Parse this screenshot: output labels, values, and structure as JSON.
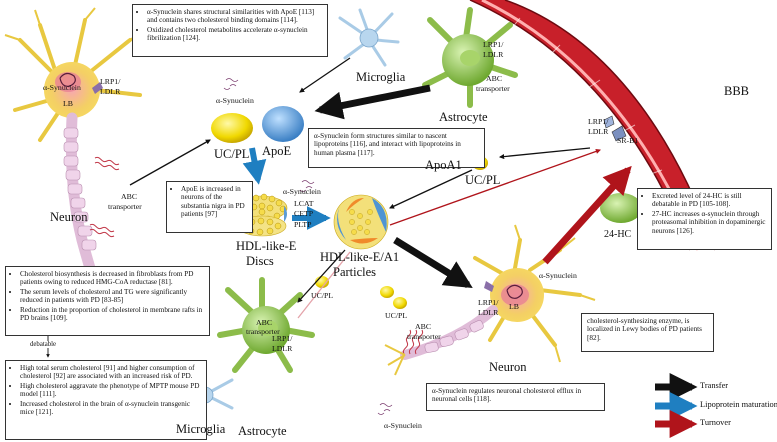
{
  "colors": {
    "transfer": "#111111",
    "maturation": "#1f7fc1",
    "turnover": "#b0141b",
    "bbb_vessel": "#c8202a",
    "astrocyte": "#86b545",
    "neuron": "#f3d64b",
    "microglia": "#a9cbe6",
    "apoe": "#4d93d1",
    "ucpl": "#f0d800"
  },
  "labels": {
    "bbb": "BBB",
    "neuron_top": "Neuron",
    "neuron_bottom": "Neuron",
    "microglia_top": "Microglia",
    "microglia_bottom": "Microglia",
    "astrocyte_top": "Astrocyte",
    "astrocyte_bottom": "Astrocyte",
    "apoe": "ApoE",
    "ucpl_left": "UC/PL",
    "ucpl_right": "UC/PL",
    "ucpl_mid1": "UC/PL",
    "ucpl_mid2": "UC/PL",
    "apoa1": "ApoA1",
    "hdl_e_line1": "HDL-like-E",
    "hdl_e_line2": "Discs",
    "hdl_ea1_line1": "HDL-like-E/A1",
    "hdl_ea1_line2": "Particles",
    "lcat": "LCAT",
    "cetp": "CETP",
    "pltp": "PLTP",
    "lb_top": "LB",
    "lb_bottom": "LB",
    "lrp1_neuron_top": "LRP1/",
    "ldlr_neuron_top": "LDLR",
    "lrp1_astro_top": "LRP1/",
    "ldlr_astro_top": "LDLR",
    "lrp1_bbb": "LRP1/",
    "ldlr_bbb": "LDLR",
    "srb1": "SR-B1",
    "lrp1_neuron_bottom": "LRP1/",
    "ldlr_neuron_bottom": "LDLR",
    "lrp1_astro_bottom": "LRP1/",
    "ldlr_astro_bottom": "LDLR",
    "abc_neuron_top1": "ABC",
    "abc_neuron_top2": "transporter",
    "abc_astro_top1": "ABC",
    "abc_astro_top2": "transporter",
    "abc_astro_bottom1": "ABC",
    "abc_astro_bottom2": "transporter",
    "abc_neuron_bottom1": "ABC",
    "abc_neuron_bottom2": "transporter",
    "asyn_neuron_top": "α-Synuclein",
    "asyn_center": "α-Synuclein",
    "asyn_disc": "α-Synuclein",
    "asyn_neuron_bottom": "α-Synuclein",
    "asyn_bottom": "α-Synuclein",
    "hc24": "24-HC",
    "debatable": "debatable"
  },
  "boxes": {
    "top_center": [
      "α-Synuclein shares structural similarities with ApoE [113] and contains two cholesterol binding domains [114].",
      "Oxidized cholesterol metabolites accelerate α-synuclein fibrilization [124]."
    ],
    "mid_center": "α-Synuclein form structures similar to nascent lipoproteins [116], and interact with lipoproteins in human plasma [117].",
    "apoe_increase": [
      "ApoE is increased in neurons of the substantia nigra in PD patients [97]"
    ],
    "left_mid": [
      "Cholesterol biosynthesis is decreased in fibroblasts from PD patients owing to reduced HMG-CoA reductase [81].",
      "The serum levels of cholesterol and TG were significantly reduced in patients with PD [83-85]",
      "Reduction in the proportion of cholesterol in membrane rafts in PD brains [109]."
    ],
    "left_bottom": [
      "High total serum cholesterol [91] and higher consumption of cholesterol [92] are associated with an increased risk of PD.",
      "High cholesterol aggravate the phenotype of MPTP mouse PD model [111].",
      "Increased cholesterol in the brain of α-synuclein transgenic mice [121]."
    ],
    "right_hc": [
      "Excreted level of 24-HC is still debatable in PD [105-108].",
      "27-HC increases α-synuclein through proteasomal inhibition in dopaminergic neurons [126]."
    ],
    "lewy": "cholesterol-synthesizing enzyme, is localized in Lewy bodies of PD patients [82].",
    "efflux": "α-Synuclein regulates neuronal cholesterol efflux in neuronal cells [118]."
  },
  "legend": [
    {
      "label": "Transfer",
      "color_key": "transfer"
    },
    {
      "label": "Lipoprotein maturation",
      "color_key": "maturation"
    },
    {
      "label": "Turnover",
      "color_key": "turnover"
    }
  ]
}
